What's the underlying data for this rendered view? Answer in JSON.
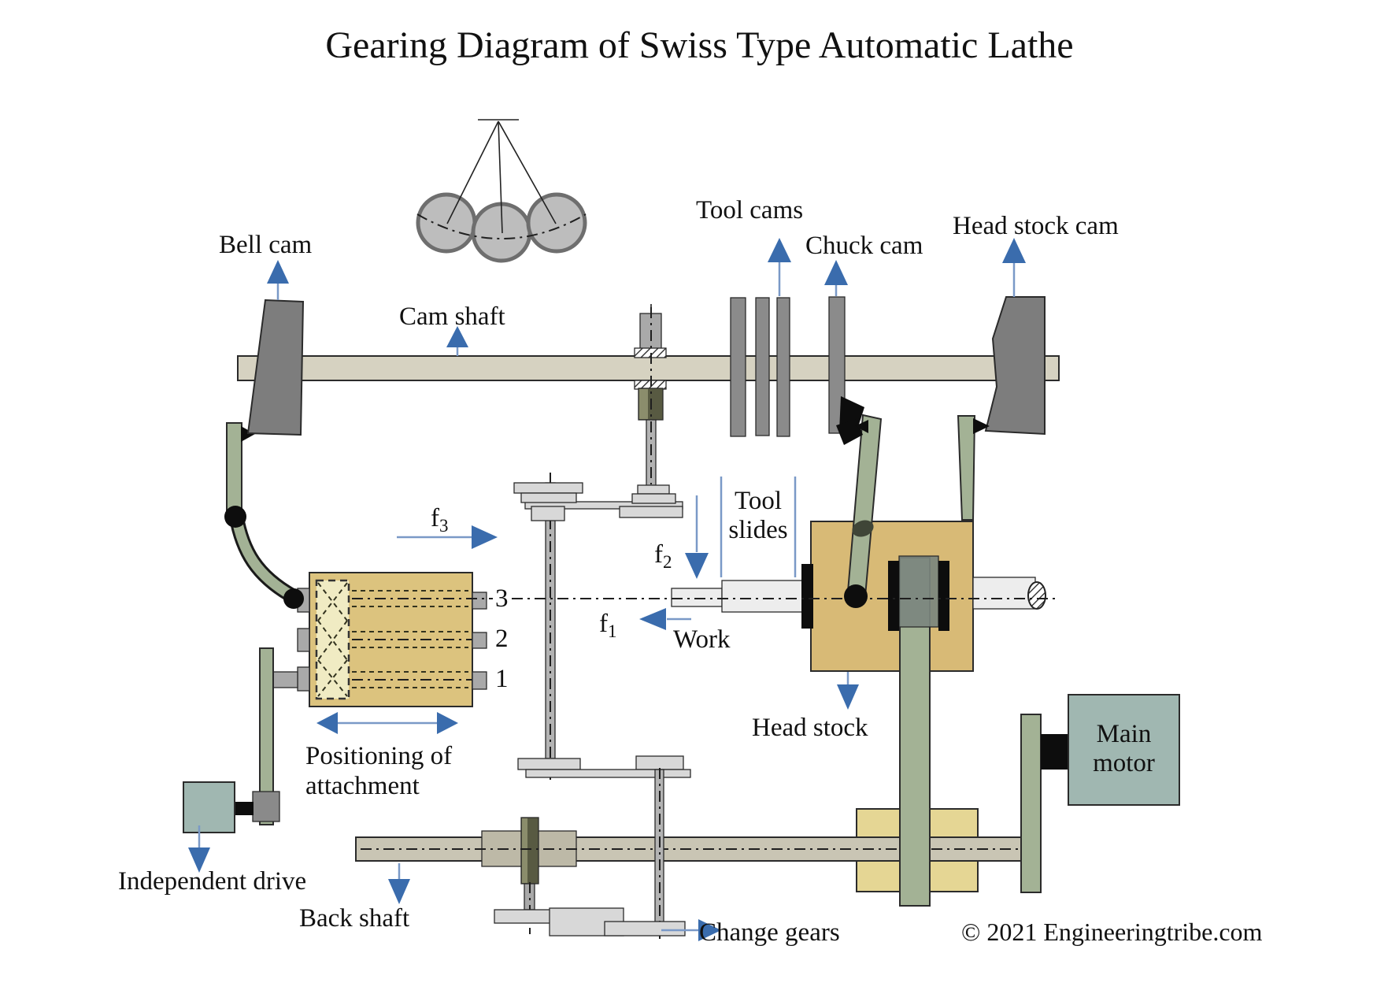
{
  "title": "Gearing Diagram of Swiss Type Automatic Lathe",
  "copyright": "© 2021 Engineeringtribe.com",
  "labels": {
    "bell_cam": "Bell cam",
    "cam_shaft": "Cam shaft",
    "tool_cams": "Tool cams",
    "chuck_cam": "Chuck cam",
    "head_stock_cam": "Head stock cam",
    "tool_slides_line1": "Tool",
    "tool_slides_line2": "slides",
    "work": "Work",
    "head_stock": "Head stock",
    "main_motor_line1": "Main",
    "main_motor_line2": "motor",
    "positioning_line1": "Positioning of",
    "positioning_line2": "attachment",
    "independent_drive": "Independent drive",
    "back_shaft": "Back shaft",
    "change_gears": "Change gears",
    "f1": {
      "base": "f",
      "sub": "1"
    },
    "f2": {
      "base": "f",
      "sub": "2"
    },
    "f3": {
      "base": "f",
      "sub": "3"
    },
    "spindle_3": "3",
    "spindle_2": "2",
    "spindle_1": "1"
  },
  "colors": {
    "arrow_blue": "#3a6cad",
    "arrow_line": "#7a99c7",
    "cam_gray": "#7d7d7d",
    "tool_cam_gray": "#8b8b8b",
    "camshaft_beige": "#d6d2c1",
    "backshaft_beige": "#c9c5b4",
    "sage_green": "#a3b295",
    "headstock_tan": "#d8ba76",
    "drum_tan": "#dcc37e",
    "drum_cream": "#f0ebc3",
    "gearbox_yellow": "#e5d694",
    "motor_teal": "#a0b7b1",
    "plate_gray": "#d8d8d8",
    "shaft_steel": "#b3b3b3",
    "olive": "#585a42",
    "olive_light": "#8b8d6c",
    "pendulum_gray": "#bdbdbd",
    "pendulum_ring": "#6e6e6e",
    "work_white": "#ededed",
    "black": "#0d0d0d",
    "ink": "#1a1a1a"
  }
}
